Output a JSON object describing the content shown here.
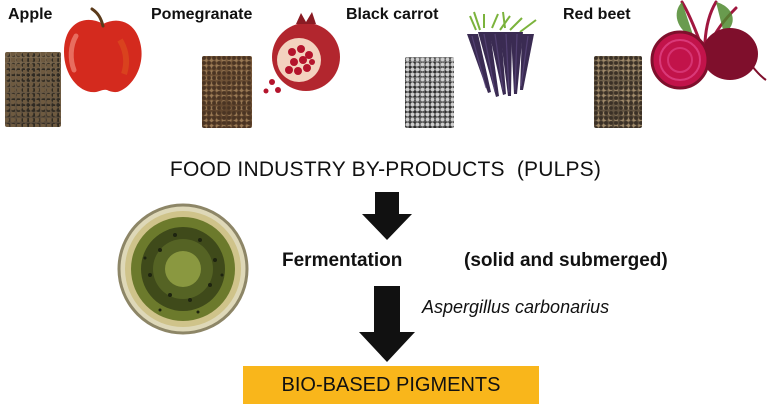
{
  "fruits": [
    {
      "label": "Apple",
      "icon": "apple-icon"
    },
    {
      "label": "Pomegranate",
      "icon": "pomegranate-icon"
    },
    {
      "label": "Black carrot",
      "icon": "black-carrot-icon"
    },
    {
      "label": "Red beet",
      "icon": "red-beet-icon"
    }
  ],
  "title": "FOOD INDUSTRY BY-PRODUCTS  (PULPS)",
  "process": {
    "step": "Fermentation",
    "condition": "(solid and submerged)",
    "organism": "Aspergillus carbonarius",
    "petri_dish_icon": "petri-dish-icon",
    "arrow_icon": "down-arrow-icon"
  },
  "result": {
    "label": "BIO-BASED PIGMENTS"
  },
  "colors": {
    "result_box": "#f9b61b",
    "arrow": "#111111",
    "apple": "#d42a1e",
    "pomegranate": "#b2262e",
    "carrot": "#3a2b52",
    "beet": "#a0173f"
  }
}
